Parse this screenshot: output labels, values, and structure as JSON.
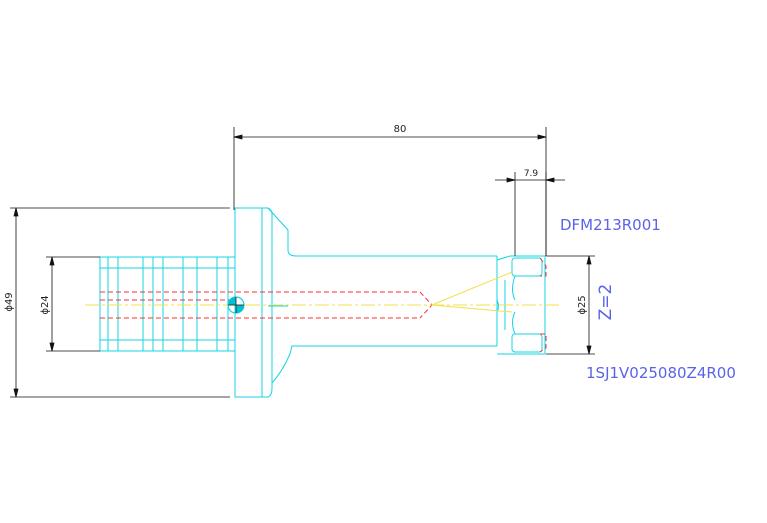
{
  "colors": {
    "background": "#ffffff",
    "outline": "#14d4e6",
    "dimension": "#111111",
    "hidden": "#ff3030",
    "centerline": "#f2e04a",
    "label": "#5b63e8",
    "center_fill": "#00c0d0"
  },
  "dimensions": {
    "overall_length": "80",
    "tip_length": "7.9",
    "flange_diameter": "ϕ49",
    "shank_diameter": "ϕ24",
    "cutter_diameter": "ϕ25"
  },
  "labels": {
    "flutes": "Z=2",
    "tool_code": "DFM213R001",
    "part_number": "1SJ1V025080Z4R00"
  }
}
